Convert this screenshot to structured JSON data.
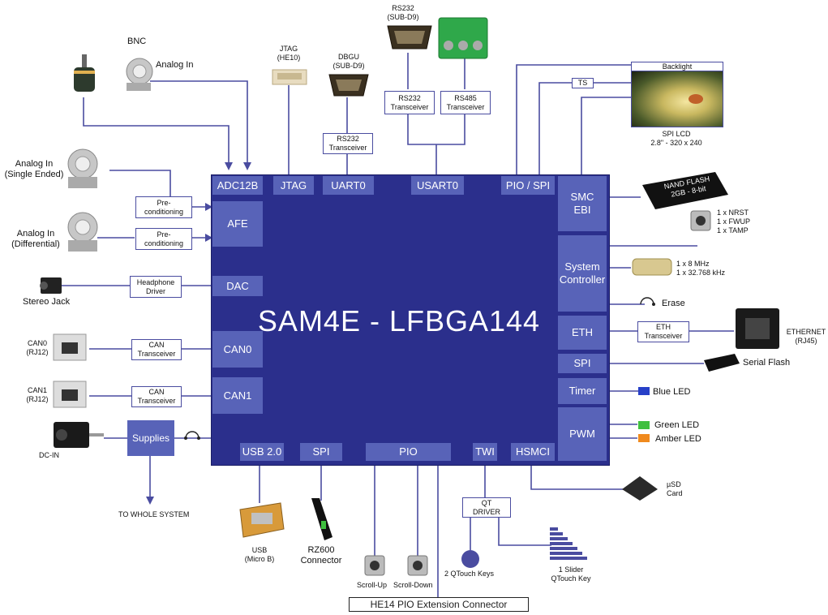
{
  "chip": {
    "title": "SAM4E - LFBGA144"
  },
  "top_ports": {
    "adc12b": "ADC12B",
    "jtag": "JTAG",
    "uart0": "UART0",
    "usart0": "USART0",
    "pio_spi": "PIO / SPI"
  },
  "left_ports": {
    "afe": "AFE",
    "dac": "DAC",
    "can0": "CAN0",
    "can1": "CAN1"
  },
  "right_ports": {
    "smc_ebi": "SMC\nEBI",
    "system_controller": "System\nController",
    "eth": "ETH",
    "spi": "SPI",
    "timer": "Timer",
    "pwm": "PWM"
  },
  "bottom_ports": {
    "usb": "USB 2.0",
    "spi": "SPI",
    "pio": "PIO",
    "twi": "TWI",
    "hsmci": "HSMCI"
  },
  "transceivers": {
    "rs232_dbgu": "RS232\nTransceiver",
    "rs232": "RS232\nTransceiver",
    "rs485": "RS485\nTransceiver",
    "precond_1": "Pre-\nconditioning",
    "precond_2": "Pre-\nconditioning",
    "headphone": "Headphone\nDriver",
    "can0": "CAN\nTransceiver",
    "can1": "CAN\nTransceiver",
    "eth": "ETH\nTransceiver",
    "qt": "QT\nDRIVER",
    "ts": "TS",
    "backlight": "Backlight",
    "supplies": "Supplies"
  },
  "labels": {
    "bnc": "BNC",
    "analog_in": "Analog In",
    "analog_in_se": "Analog In\n(Single Ended)",
    "analog_in_diff": "Analog In\n(Differential)",
    "stereo_jack": "Stereo Jack",
    "can0": "CAN0\n(RJ12)",
    "can1": "CAN1\n(RJ12)",
    "dc_in": "DC-IN",
    "to_whole_system": "TO WHOLE SYSTEM",
    "jtag": "JTAG\n(HE10)",
    "dbgu": "DBGU\n(SUB-D9)",
    "rs232": "RS232\n(SUB-D9)",
    "spi_lcd": "SPI LCD\n2.8\" - 320 x 240",
    "nand": "NAND FLASH\n2GB - 8-bit",
    "buttons": "1 x NRST\n1 x FWUP\n1 x TAMP",
    "crystals": "1 x 8 MHz\n1 x 32.768 kHz",
    "erase": "Erase",
    "ethernet": "ETHERNET\n(RJ45)",
    "serial_flash": "Serial Flash",
    "blue_led": "Blue LED",
    "green_led": "Green LED",
    "amber_led": "Amber LED",
    "usd": "µSD\nCard",
    "usb": "USB\n(Micro B)",
    "rz600": "RZ600\nConnector",
    "scroll_up": "Scroll-Up",
    "scroll_down": "Scroll-Down",
    "qtouch_keys": "2 QTouch Keys",
    "slider": "1 Slider\nQTouch Key",
    "he14": "HE14 PIO Extension Connector"
  },
  "colors": {
    "chip": "#2b2f8c",
    "port": "#5863b8",
    "wire": "#4a4ca0"
  },
  "icons": [
    "potentiometer-icon",
    "bnc-connector-icon",
    "he10-header-icon",
    "sub-d9-icon",
    "terminal-block-icon",
    "lcd-photo-icon",
    "nand-chip-icon",
    "pushbutton-icon",
    "crystal-icon",
    "jumper-icon",
    "rj45-jack-icon",
    "flash-chip-icon",
    "led-icon",
    "sd-card-icon",
    "usb-connector-icon",
    "rz600-module-icon",
    "qtouch-key-icon",
    "qtouch-slider-icon",
    "rj12-jack-icon",
    "dc-jack-icon",
    "audio-jack-icon",
    "arrow-down-icon"
  ]
}
